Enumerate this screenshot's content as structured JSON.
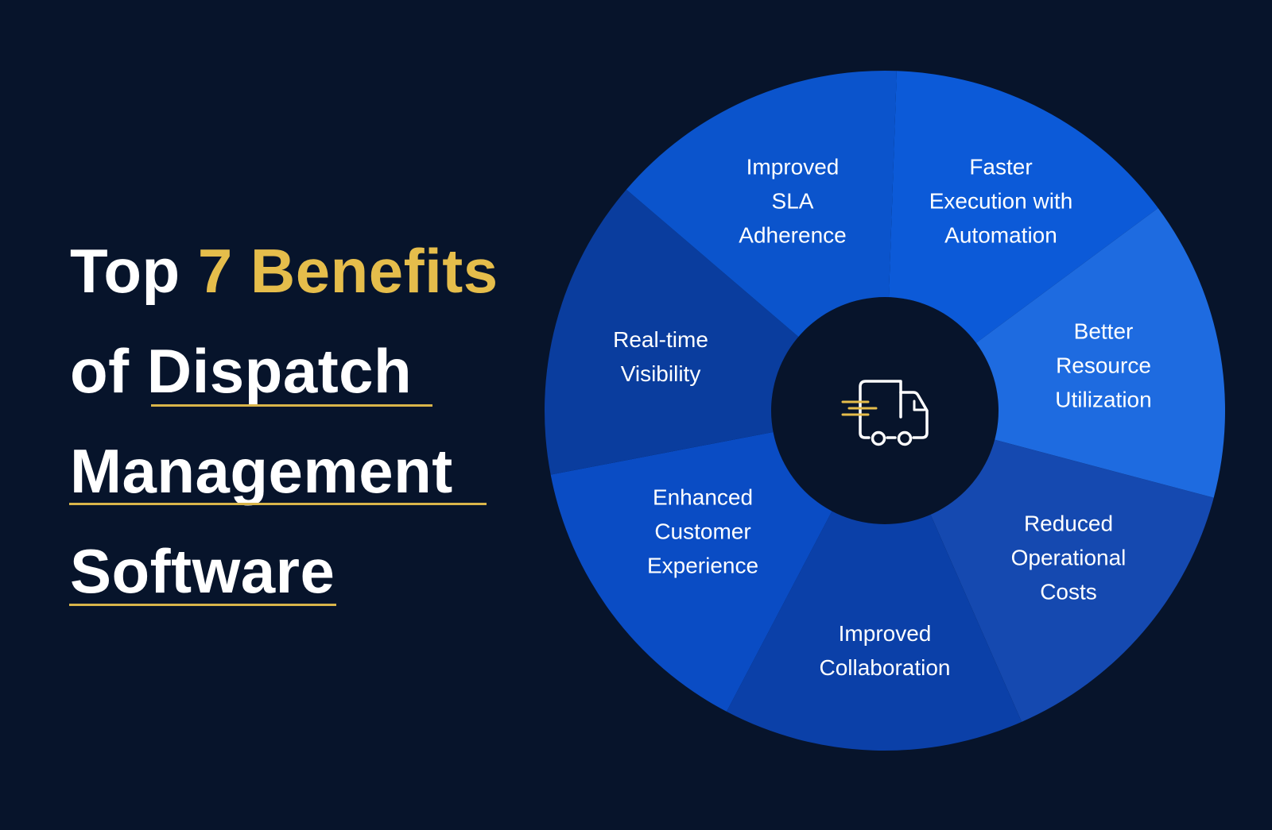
{
  "title": {
    "line1_prefix": "Top ",
    "line1_accent": "7 Benefits",
    "line2": "of Dispatch",
    "line3": "Management",
    "line4": "Software"
  },
  "colors": {
    "background": "#07142b",
    "accent": "#e5bd4b",
    "underline": "#d9b54a",
    "hub": "#07142b"
  },
  "center_icon": "delivery-truck-icon",
  "segments": [
    {
      "lines": [
        "Improved",
        "SLA",
        "Adherence"
      ],
      "color": "#0c5ad8"
    },
    {
      "lines": [
        "Faster",
        "Execution with",
        "Automation"
      ],
      "color": "#1e6be0"
    },
    {
      "lines": [
        "Better",
        "Resource",
        "Utilization"
      ],
      "color": "#1549b0"
    },
    {
      "lines": [
        "Reduced",
        "Operational",
        "Costs"
      ],
      "color": "#0b40a8"
    },
    {
      "lines": [
        "Improved",
        "Collaboration"
      ],
      "color": "#0a4cc4"
    },
    {
      "lines": [
        "Enhanced",
        "Customer",
        "Experience"
      ],
      "color": "#0a3d9e"
    },
    {
      "lines": [
        "Real-time",
        "Visibility"
      ],
      "color": "#0b54cc"
    }
  ]
}
